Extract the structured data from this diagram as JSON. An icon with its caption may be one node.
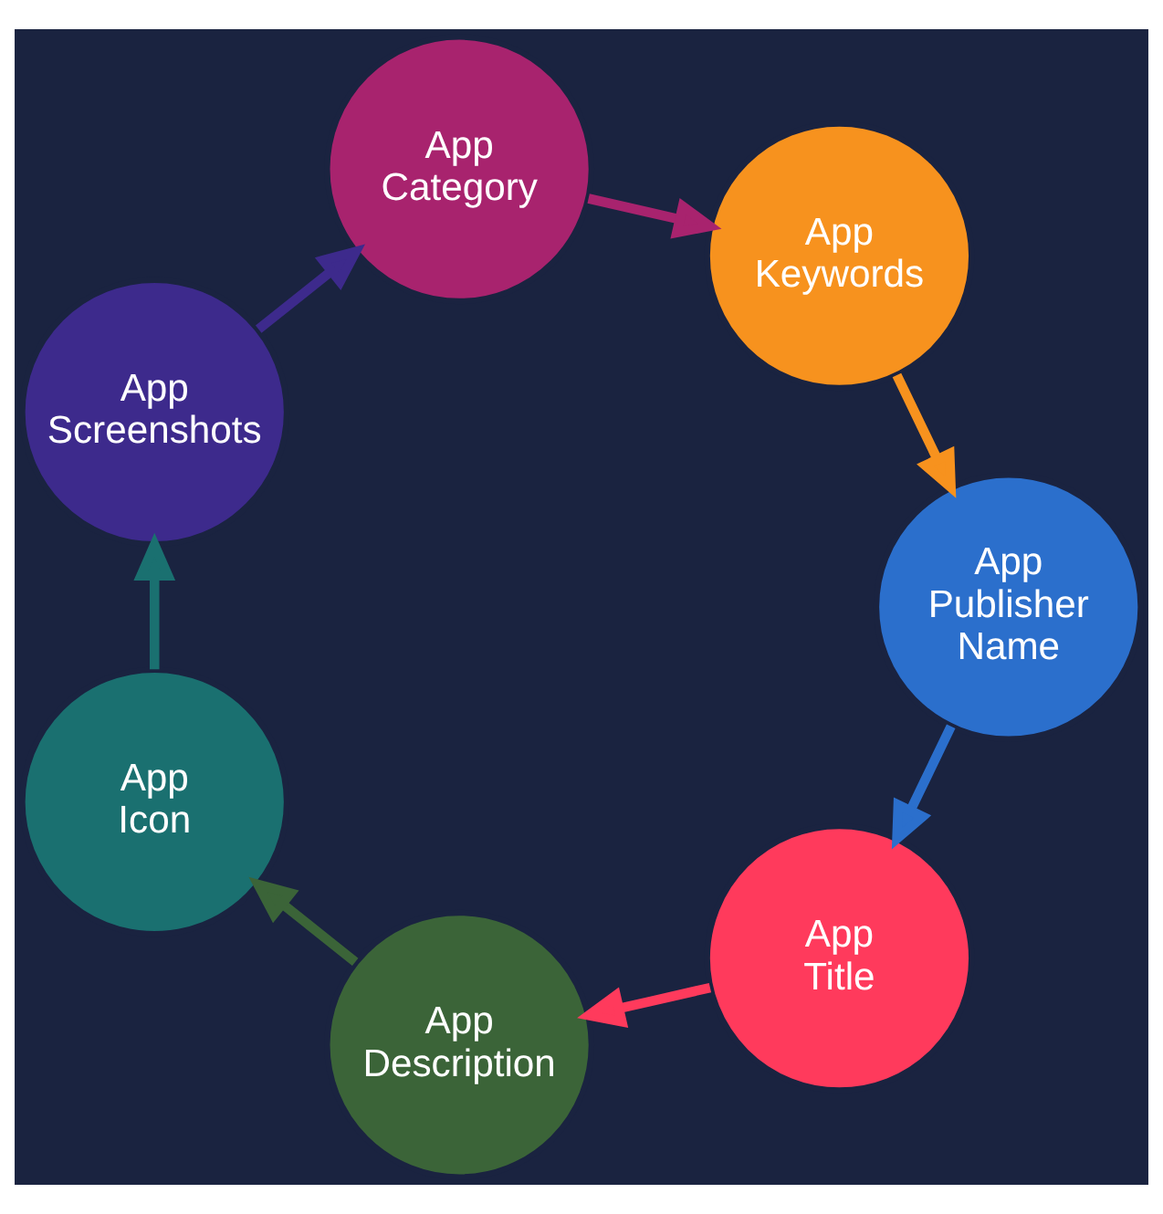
{
  "diagram": {
    "nodes": [
      {
        "text": [
          "App Title"
        ]
      },
      {
        "text": [
          "App Description"
        ]
      },
      {
        "text": [
          "App Icon"
        ]
      },
      {
        "text": [
          "App Screenshots"
        ]
      },
      {
        "text": [
          "App Category"
        ]
      },
      {
        "text": [
          "App Keywords"
        ]
      },
      {
        "text": [
          "App Publisher Name"
        ]
      }
    ],
    "edges": [
      {
        "from": 0,
        "to": 1,
        "arrow": "to",
        "color": "#ff3a5c"
      },
      {
        "from": 1,
        "to": 2,
        "arrow": "to",
        "color": "#3b6438"
      },
      {
        "from": 2,
        "to": 3,
        "arrow": "to",
        "color": "#1a7070"
      },
      {
        "from": 3,
        "to": 4,
        "arrow": "to",
        "color": "#3d2a8c"
      },
      {
        "from": 4,
        "to": 5,
        "arrow": "to",
        "color": "#a8236e"
      },
      {
        "from": 5,
        "to": 6,
        "arrow": "to",
        "color": "#f7921e"
      },
      {
        "from": 6,
        "to": 0,
        "arrow": "to",
        "color": "#2b6fcc"
      }
    ]
  }
}
